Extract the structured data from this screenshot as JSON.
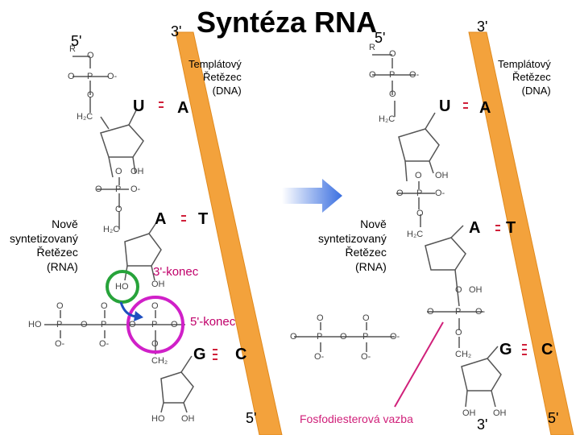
{
  "title": "Syntéza RNA",
  "primes": {
    "left_5_top": "5'",
    "left_3_top": "3'",
    "right_5_top": "5'",
    "right_3_top": "3'",
    "left_5_bottom": "5'",
    "right_5_bottom": "5'",
    "right_3_bottom": "3'"
  },
  "labels": {
    "templatovy": "Templátový\nŘetězec\n(DNA)",
    "nove": "Nově\nsyntetizovaný\nŘetězec\n(RNA)",
    "konec3": "3'-konec",
    "konec5": "5'-konec",
    "fosfo": "Fosfodiesterová vazba"
  },
  "bases": {
    "left": [
      {
        "rna": "U",
        "dna": "A"
      },
      {
        "rna": "A",
        "dna": "T"
      },
      {
        "rna": "G",
        "dna": "C"
      }
    ],
    "right": [
      {
        "rna": "U",
        "dna": "A"
      },
      {
        "rna": "A",
        "dna": "T"
      },
      {
        "rna": "G",
        "dna": "C"
      }
    ]
  },
  "chem": {
    "R": "R",
    "O": "O",
    "P": "P",
    "Ominus": "O-",
    "OH": "OH",
    "HO": "HO",
    "H2C": "H₂C",
    "CH2": "CH₂"
  },
  "colors": {
    "strand": "#f3a23c",
    "strand_dark": "#e08a1e",
    "green_circle": "#27a33a",
    "magenta": "#d020c8",
    "arrow_blue": "#3a6fe0",
    "pink_line": "#d0207a",
    "bond_red": "#d0203a"
  }
}
